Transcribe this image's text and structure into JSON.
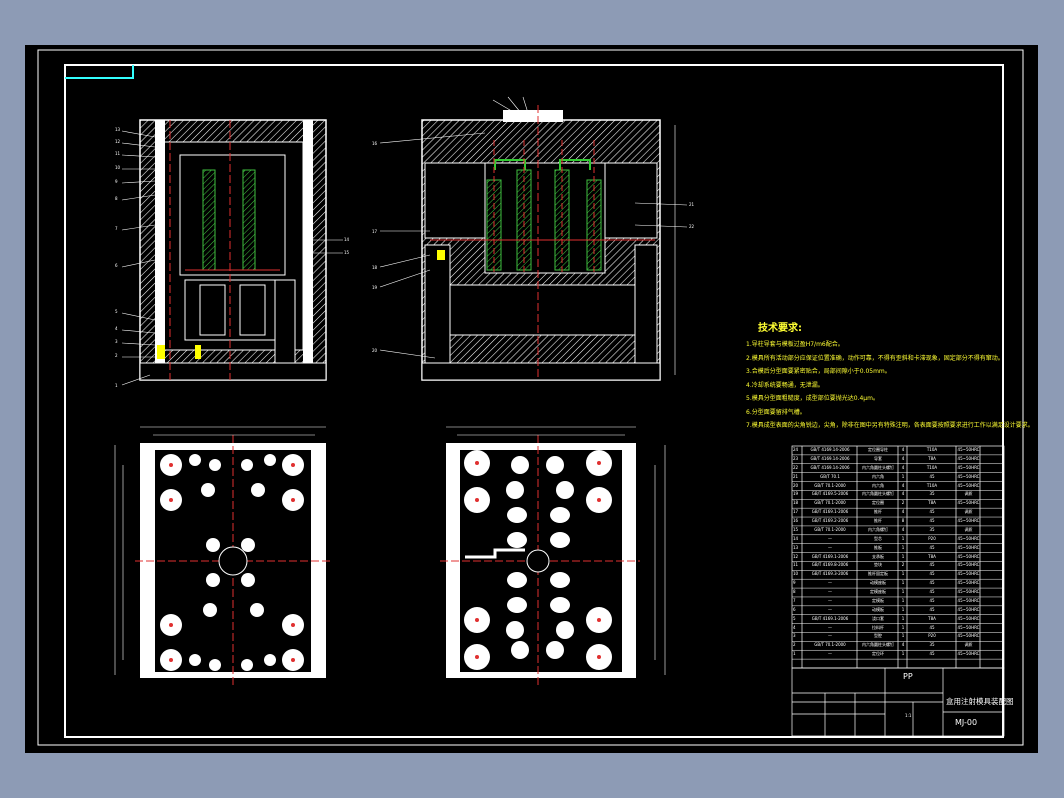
{
  "drawing": {
    "requirements_title": "技术要求:",
    "requirements": [
      "1.导柱导套与模板过盈H7/m6配合。",
      "2.模具所有活动部分应保证位置准确，动作可靠，不得有歪斜和卡滞现象，固定部分不得有窜动。",
      "3.合模后分型面要紧密贴合，局部间隙小于0.05mm。",
      "4.冷却系统要畅通，无泄漏。",
      "5.模具分型面粗糙度，成型部位要抛光达0.4μm。",
      "6.分型面要留排气槽。",
      "7.模具成型表面的尖角锐边，尖角，除非在图中另有特殊注明，各表面要按照要求进行工作以满足设计要求。"
    ],
    "title_block": {
      "material": "PP",
      "drawing_title": "盒用注射模具装配图",
      "drawing_number": "MJ-00",
      "scale": "1:1"
    },
    "bom_rows": [
      [
        "GB/T 4169.14-2006",
        "定位圈导柱",
        "4",
        "T10A",
        "45~50HRC"
      ],
      [
        "GB/T 4169.14-2006",
        "导套",
        "4",
        "T8A",
        "45~50HRC"
      ],
      [
        "GB/T 4169.14-2006",
        "内六角圆柱头螺钉",
        "4",
        "T10A",
        "45~50HRC"
      ],
      [
        "GB/T 70.1",
        "内六角",
        "1",
        "45",
        "45~50HRC"
      ],
      [
        "GB/T 70.1-2000",
        "内六角",
        "4",
        "T10A",
        "45~50HRC"
      ],
      [
        "GB/T 4169.5-2006",
        "内六角圆柱头螺钉",
        "4",
        "35",
        "调质"
      ],
      [
        "GB/T 70.1-2000",
        "定位圈",
        "2",
        "T8A",
        "45~50HRC"
      ],
      [
        "GB/T 4169.1-2006",
        "推杆",
        "4",
        "45",
        "调质"
      ],
      [
        "GB/T 4169.2-2006",
        "推杆",
        "8",
        "45",
        "45~50HRC"
      ],
      [
        "GB/T 70.1-2000",
        "内六角螺钉",
        "4",
        "35",
        "调质"
      ],
      [
        "—",
        "型芯",
        "1",
        "P20",
        "45~50HRC"
      ],
      [
        "—",
        "推板",
        "1",
        "45",
        "45~50HRC"
      ],
      [
        "GB/T 4169.1-2006",
        "支承板",
        "1",
        "T8A",
        "45~50HRC"
      ],
      [
        "GB/T 4169.8-2006",
        "垫块",
        "2",
        "45",
        "45~50HRC"
      ],
      [
        "GB/T 4169.3-2006",
        "推杆固定板",
        "1",
        "45",
        "45~50HRC"
      ],
      [
        "—",
        "动模座板",
        "1",
        "45",
        "45~50HRC"
      ],
      [
        "—",
        "定模座板",
        "1",
        "45",
        "45~50HRC"
      ],
      [
        "—",
        "定模板",
        "1",
        "45",
        "45~50HRC"
      ],
      [
        "—",
        "动模板",
        "1",
        "45",
        "45~50HRC"
      ],
      [
        "GB/T 4169.1-2006",
        "浇口套",
        "1",
        "T8A",
        "45~50HRC"
      ],
      [
        "—",
        "拉料杆",
        "1",
        "45",
        "45~50HRC"
      ],
      [
        "—",
        "型腔",
        "1",
        "P20",
        "45~50HRC"
      ],
      [
        "GB/T 70.1-2000",
        "内六角圆柱头螺钉",
        "4",
        "35",
        "调质"
      ],
      [
        "—",
        "定位环",
        "1",
        "45",
        "45~50HRC"
      ]
    ]
  }
}
